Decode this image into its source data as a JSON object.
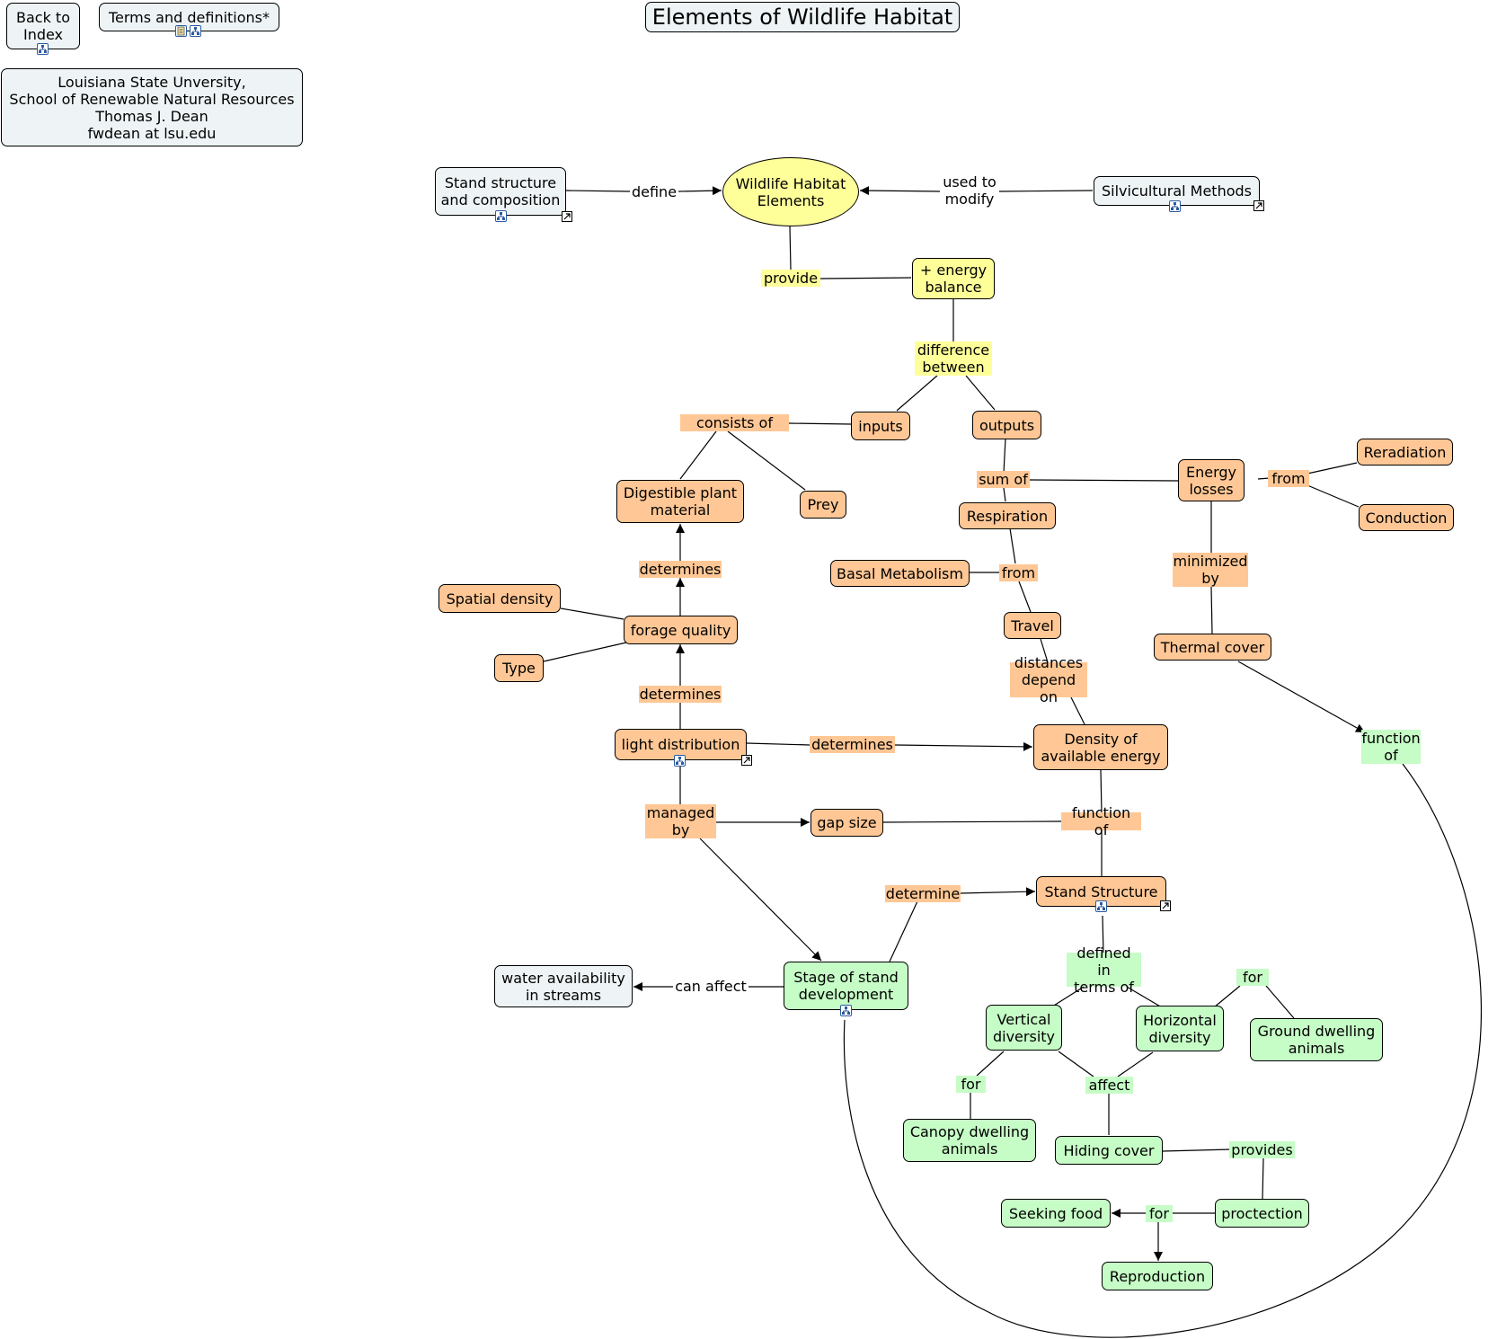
{
  "title": "Elements of Wildlife Habitat",
  "header": {
    "back_to_index": "Back to\nIndex",
    "terms": "Terms and definitions*",
    "credits": "Louisiana State Unversity,\nSchool of Renewable Natural Resources\nThomas J. Dean\nfwdean at lsu.edu"
  },
  "colors": {
    "gray": "#eef4f6",
    "orange": "#ffc795",
    "green": "#c6fcc6",
    "yellow": "#ffff99"
  },
  "concepts": {
    "stand_structure_composition": "Stand structure\nand composition",
    "wildlife_habitat_elements": "Wildlife Habitat\nElements",
    "silvicultural_methods": "Silvicultural Methods",
    "energy_balance": "+ energy\nbalance",
    "inputs": "inputs",
    "outputs": "outputs",
    "digestible_plant_material": "Digestible plant\nmaterial",
    "prey": "Prey",
    "energy_losses": "Energy\nlosses",
    "reradiation": "Reradiation",
    "conduction": "Conduction",
    "respiration": "Respiration",
    "basal_metabolism": "Basal Metabolism",
    "travel": "Travel",
    "spatial_density": "Spatial density",
    "forage_quality": "forage quality",
    "type": "Type",
    "thermal_cover": "Thermal cover",
    "light_distribution": "light distribution",
    "density_available_energy": "Density of\navailable energy",
    "gap_size": "gap size",
    "stand_structure": "Stand Structure",
    "stage_of_stand_development": "Stage of stand\ndevelopment",
    "water_availability": "water availability\nin streams",
    "vertical_diversity": "Vertical\ndiversity",
    "horizontal_diversity": "Horizontal\ndiversity",
    "ground_dwelling_animals": "Ground dwelling\nanimals",
    "canopy_dwelling_animals": "Canopy dwelling\nanimals",
    "hiding_cover": "Hiding cover",
    "seeking_food": "Seeking food",
    "proctection": "proctection",
    "reproduction": "Reproduction"
  },
  "linking_phrases": {
    "define": "define",
    "used_to_modify": "used to\nmodify",
    "provide": "provide",
    "difference_between": "difference\nbetween",
    "consists_of": "consists of",
    "sum_of": "sum of",
    "from_losses": "from",
    "minimized_by": "minimized\nby",
    "determines_digestible": "determines",
    "from_respiration": "from",
    "determines_forage": "determines",
    "distances_depend_on": "distances\ndepend on",
    "function_of_thermal": "function\nof",
    "determines_density": "determines",
    "managed_by": "managed\nby",
    "function_of_density": "function of",
    "determine_structure": "determine",
    "can_affect": "can affect",
    "defined_in_terms_of": "defined in\nterms of",
    "for_ground": "for",
    "for_canopy": "for",
    "affect": "affect",
    "provides": "provides",
    "for_seeking": "for"
  }
}
